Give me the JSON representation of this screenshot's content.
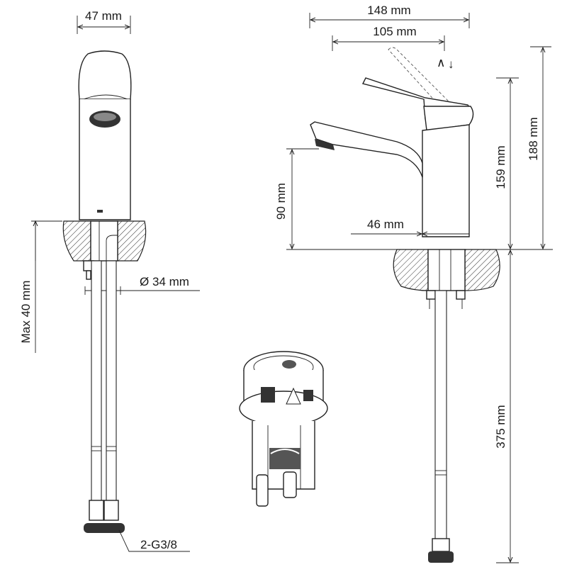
{
  "dimensions": {
    "width_47": "47 mm",
    "width_148": "148 mm",
    "width_105": "105 mm",
    "height_188": "188 mm",
    "height_159": "159 mm",
    "height_90": "90 mm",
    "offset_46": "46 mm",
    "max_40": "Max 40 mm",
    "diameter_34": "Ø 34 mm",
    "length_375": "375 mm",
    "thread": "2-G3/8"
  },
  "lever_motion": {
    "up": "∧",
    "down": "↓"
  }
}
